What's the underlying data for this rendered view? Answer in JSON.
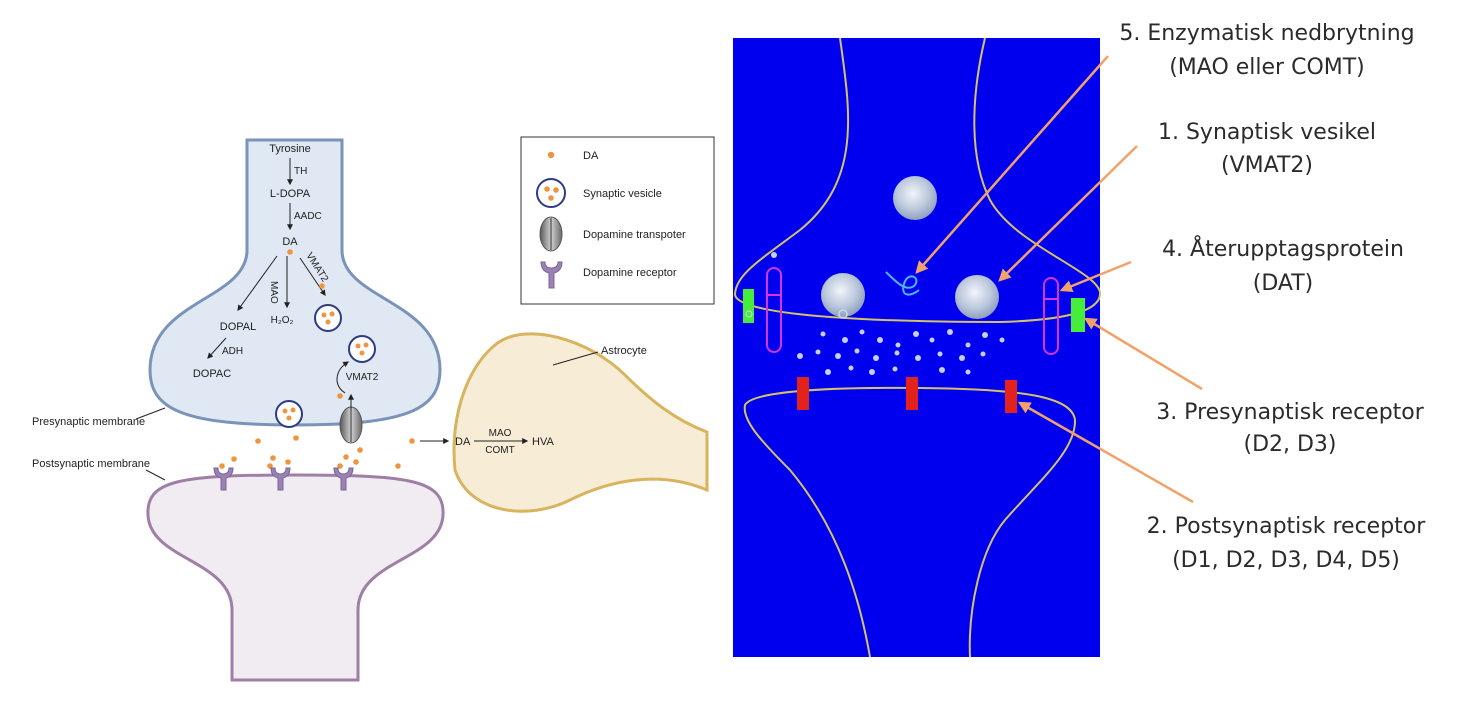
{
  "left_diagram": {
    "pathway": {
      "tyrosine": "Tyrosine",
      "th": "TH",
      "ldopa": "L-DOPA",
      "aadc": "AADC",
      "da": "DA",
      "mao": "MAO",
      "h2o2": "H₂O₂",
      "vmat2_top": "VMAT2",
      "dopal": "DOPAL",
      "adh": "ADH",
      "dopac": "DOPAC",
      "vmat2_low": "VMAT2"
    },
    "labels": {
      "presynaptic_membrane": "Presynaptic membrane",
      "postsynaptic_membrane": "Postsynaptic membrane",
      "astrocyte": "Astrocyte",
      "astro_da": "DA",
      "astro_mao": "MAO",
      "astro_comt": "COMT",
      "astro_hva": "HVA"
    },
    "legend": {
      "items": [
        {
          "label": "DA",
          "icon": "da-dot-icon"
        },
        {
          "label": "Synaptic vesicle",
          "icon": "vesicle-icon"
        },
        {
          "label": "Dopamine transpoter",
          "icon": "transporter-icon"
        },
        {
          "label": "Dopamine receptor",
          "icon": "receptor-icon"
        }
      ]
    },
    "colors": {
      "presynaptic_fill": "#dfe8f3",
      "presynaptic_stroke": "#7a93b8",
      "postsynaptic_fill": "#f1ebf2",
      "postsynaptic_stroke": "#9f7fa6",
      "astrocyte_fill": "#f7edd7",
      "astrocyte_stroke": "#d8b45f",
      "dopamine_dot": "#ef9440",
      "vesicle_ring": "#2f3a85"
    }
  },
  "right_diagram": {
    "colors": {
      "background": "#0000ee",
      "membrane": "#d4c266",
      "presynaptic_receptor": "#45ee3b",
      "transporter": "#d435e0",
      "postsynaptic_receptor": "#e3221b",
      "arrow": "#f1a26b"
    },
    "annotations": [
      {
        "id": "5",
        "line1": "5. Enzymatisk nedbrytning",
        "line2": "(MAO eller COMT)"
      },
      {
        "id": "1",
        "line1": "1. Synaptisk vesikel",
        "line2": "(VMAT2)"
      },
      {
        "id": "4",
        "line1": "4. Återupptagsprotein",
        "line2": "(DAT)"
      },
      {
        "id": "3",
        "line1": "3. Presynaptisk receptor",
        "line2": "(D2, D3)"
      },
      {
        "id": "2",
        "line1": "2. Postsynaptisk receptor",
        "line2": "(D1, D2, D3, D4, D5)"
      }
    ]
  }
}
